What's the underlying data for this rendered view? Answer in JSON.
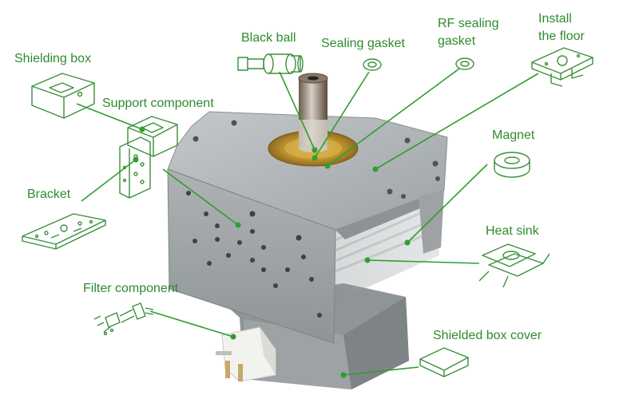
{
  "diagram": {
    "labels": {
      "shielding_box": "Shielding box",
      "support_component": "Support component",
      "bracket": "Bracket",
      "black_ball": "Black ball",
      "sealing_gasket": "Sealing gasket",
      "rf_sealing_gasket": [
        "RF sealing",
        "gasket"
      ],
      "install_the_floor": [
        "Install",
        "the floor"
      ],
      "magnet": "Magnet",
      "heat_sink": "Heat sink",
      "filter_component": "Filter component",
      "shielded_box_cover": "Shielded box cover"
    },
    "colors": {
      "label_green": "#2e8b2e",
      "leader_green": "#2e9e2e",
      "line_art_green": "#3a8f3a",
      "body_steel": "#a7abad",
      "copper_gasket": "#b8902a"
    }
  }
}
